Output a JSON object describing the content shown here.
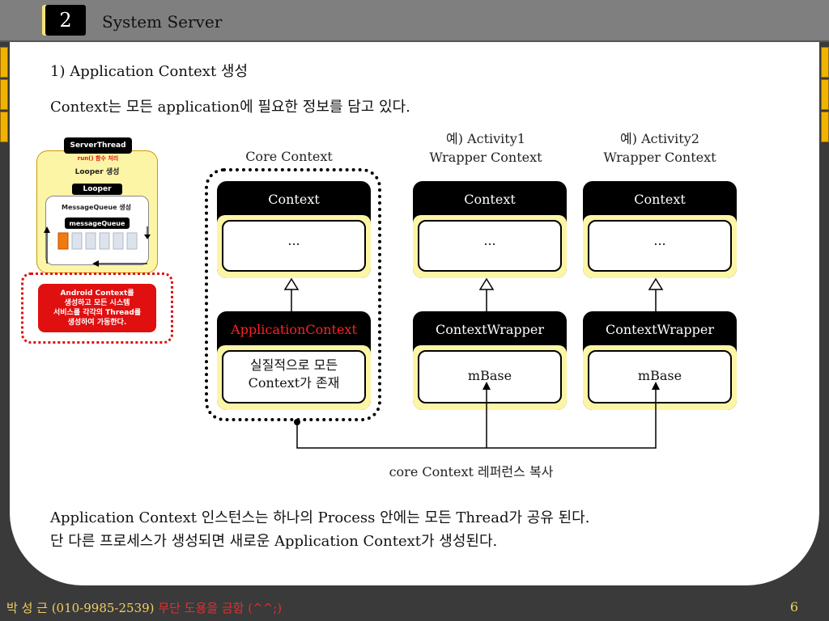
{
  "header": {
    "slide_number": "2",
    "title": "System Server"
  },
  "content": {
    "heading": "1) Application Context 생성",
    "intro": "Context는 모든 application에 필요한 정보를 담고 있다.",
    "bottom_line1": "Application Context 인스턴스는 하나의 Process 안에는 모든 Thread가 공유 된다.",
    "bottom_line2": "단 다른 프로세스가 생성되면 새로운 Application Context가 생성된다."
  },
  "mini_diagram": {
    "server_thread": "ServerThread",
    "run_note": "run() 함수 처리",
    "looper_create": "Looper 생성",
    "looper": "Looper",
    "mq_create": "MessageQueue 생성",
    "message_queue": "messageQueue",
    "note": "Android Context를\n생성하고 모든 시스템\n서비스를 각각의 Thread를\n생성하여 가동한다."
  },
  "diagram": {
    "core_label": "Core Context",
    "wrapper1_label1": "예) Activity1",
    "wrapper1_label2": "Wrapper Context",
    "wrapper2_label1": "예) Activity2",
    "wrapper2_label2": "Wrapper Context",
    "context_title": "Context",
    "context_body": "...",
    "app_context_title": "ApplicationContext",
    "app_context_body": "실질적으로 모든\nContext가 존재",
    "wrapper_title": "ContextWrapper",
    "wrapper_body": "mBase",
    "copy_label": "core Context 레퍼런스 복사"
  },
  "footer": {
    "author": "박 성 근 (010-9985-2539)",
    "warning": "무단 도용을 금함 (^^;)",
    "page": "6"
  },
  "colors": {
    "accent_yellow": "#fdf5a6",
    "red_text": "#e01010",
    "footer_text": "#f0d060"
  }
}
